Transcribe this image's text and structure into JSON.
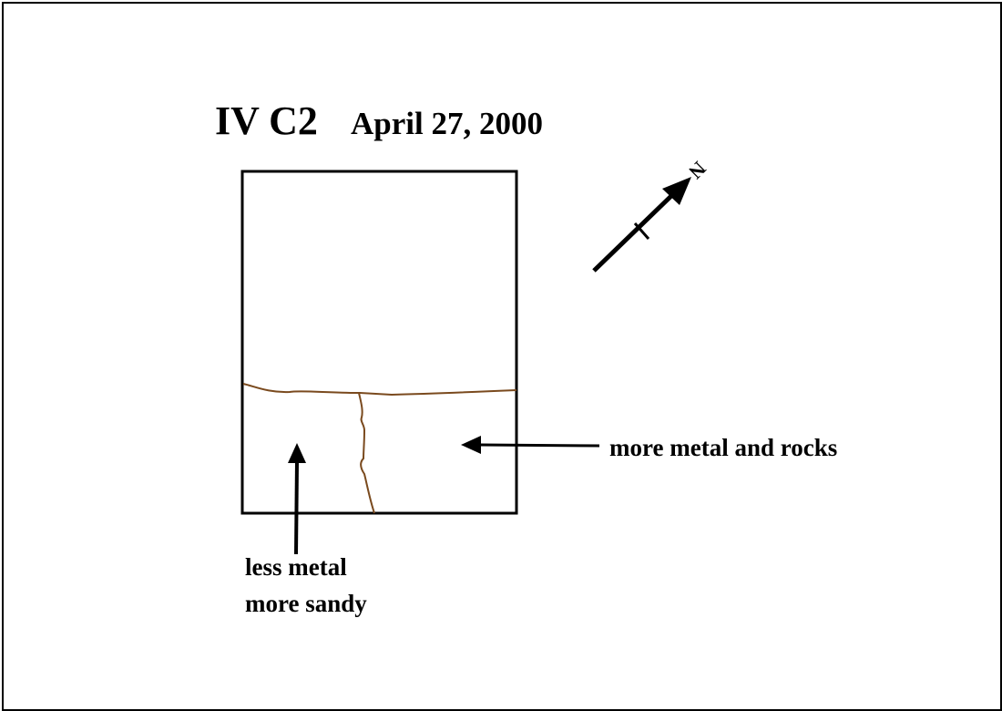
{
  "header": {
    "unit": "IV C2",
    "date": "April 27, 2000"
  },
  "compass": {
    "north_label": "N"
  },
  "annotations": {
    "right_label": "more metal and rocks",
    "left_label_line1": "less metal",
    "left_label_line2": "more sandy"
  },
  "colors": {
    "ink": "#000000",
    "soil_boundary": "#7a4a1e",
    "background": "#ffffff"
  }
}
